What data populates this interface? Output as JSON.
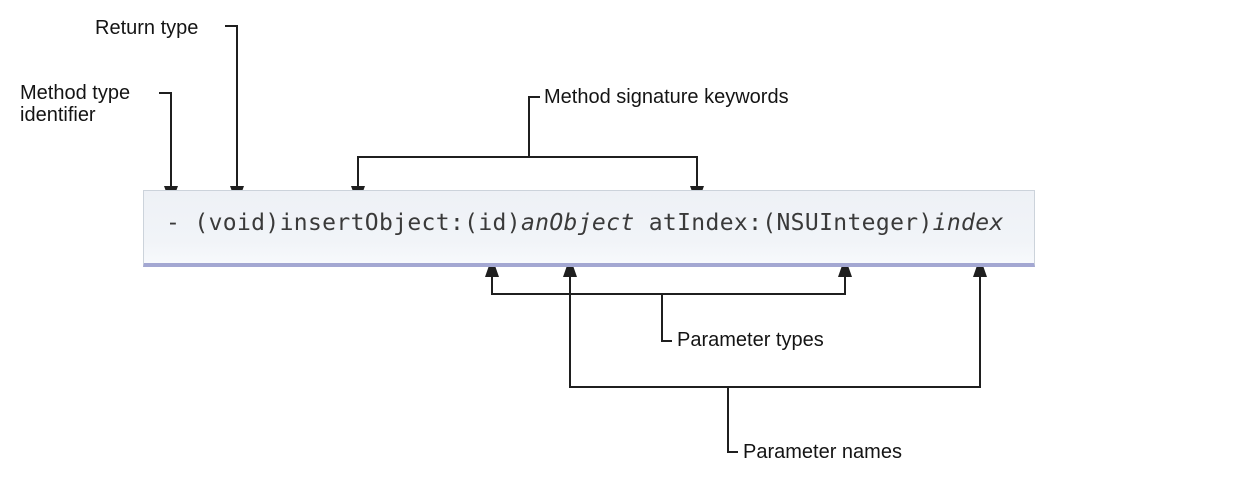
{
  "labels": {
    "return_type": "Return type",
    "method_type_identifier_line1": "Method type",
    "method_type_identifier_line2": "identifier",
    "method_signature_keywords": "Method signature keywords",
    "parameter_types": "Parameter types",
    "parameter_names": "Parameter names"
  },
  "code": {
    "full_text": "- (void)insertObject:(id)anObject atIndex:(NSUInteger)index",
    "segments": [
      {
        "text": "- (void)insertObject:(id)",
        "style": "regular"
      },
      {
        "text": "anObject",
        "style": "italic"
      },
      {
        "text": " atIndex:(NSUInteger)",
        "style": "regular"
      },
      {
        "text": "index",
        "style": "italic"
      }
    ]
  },
  "colors": {
    "line": "#1f1f1f",
    "label_text": "#141414",
    "code_text": "#3a3a3a",
    "code_box_background": "#f0f3f8",
    "code_box_border": "#ccd3db",
    "code_box_bottom_border": "#a3a7d2"
  }
}
